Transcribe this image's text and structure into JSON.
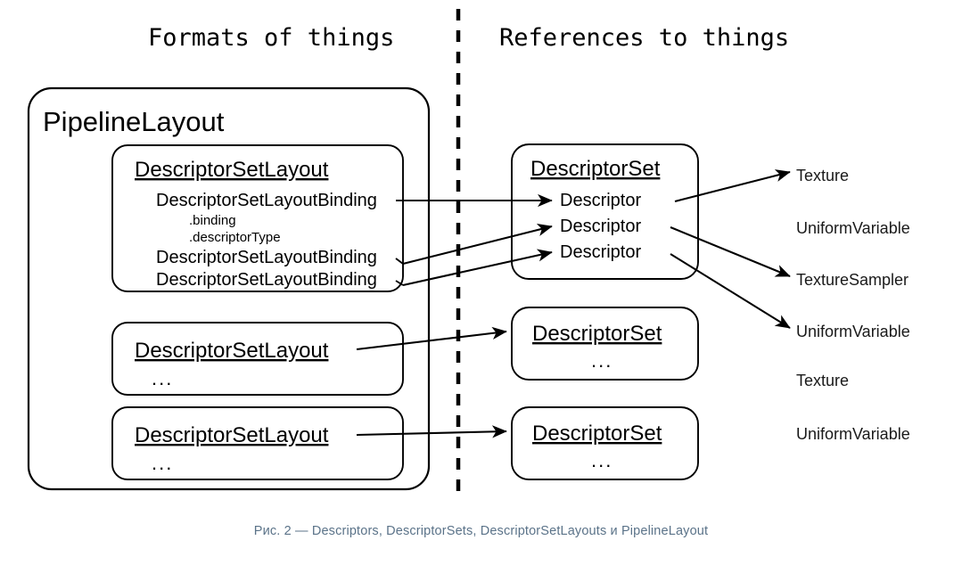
{
  "headers": {
    "left": "Formats of things",
    "right": "References to things"
  },
  "pipeline_layout": {
    "title": "PipelineLayout",
    "descriptor_set_layouts": [
      {
        "title": "DescriptorSetLayout",
        "bindings": [
          {
            "label": "DescriptorSetLayoutBinding",
            "fields": [
              ".binding",
              ".descriptorType"
            ]
          },
          {
            "label": "DescriptorSetLayoutBinding",
            "fields": []
          },
          {
            "label": "DescriptorSetLayoutBinding",
            "fields": []
          }
        ],
        "ellipsis": ""
      },
      {
        "title": "DescriptorSetLayout",
        "bindings": [],
        "ellipsis": "..."
      },
      {
        "title": "DescriptorSetLayout",
        "bindings": [],
        "ellipsis": "..."
      }
    ]
  },
  "descriptor_sets": [
    {
      "title": "DescriptorSet",
      "descriptors": [
        "Descriptor",
        "Descriptor",
        "Descriptor"
      ],
      "ellipsis": ""
    },
    {
      "title": "DescriptorSet",
      "descriptors": [],
      "ellipsis": "..."
    },
    {
      "title": "DescriptorSet",
      "descriptors": [],
      "ellipsis": "..."
    }
  ],
  "resources": [
    {
      "label": "Texture",
      "has_arrow": true
    },
    {
      "label": "UniformVariable",
      "has_arrow": false
    },
    {
      "label": "TextureSampler",
      "has_arrow": true
    },
    {
      "label": "UniformVariable",
      "has_arrow": true
    },
    {
      "label": "Texture",
      "has_arrow": false
    },
    {
      "label": "UniformVariable",
      "has_arrow": false
    }
  ],
  "caption": "Рис. 2 — Descriptors, DescriptorSets, DescriptorSetLayouts и PipelineLayout",
  "colors": {
    "stroke": "#000000",
    "text": "#000000",
    "caption": "#5b7389",
    "background": "#ffffff"
  }
}
